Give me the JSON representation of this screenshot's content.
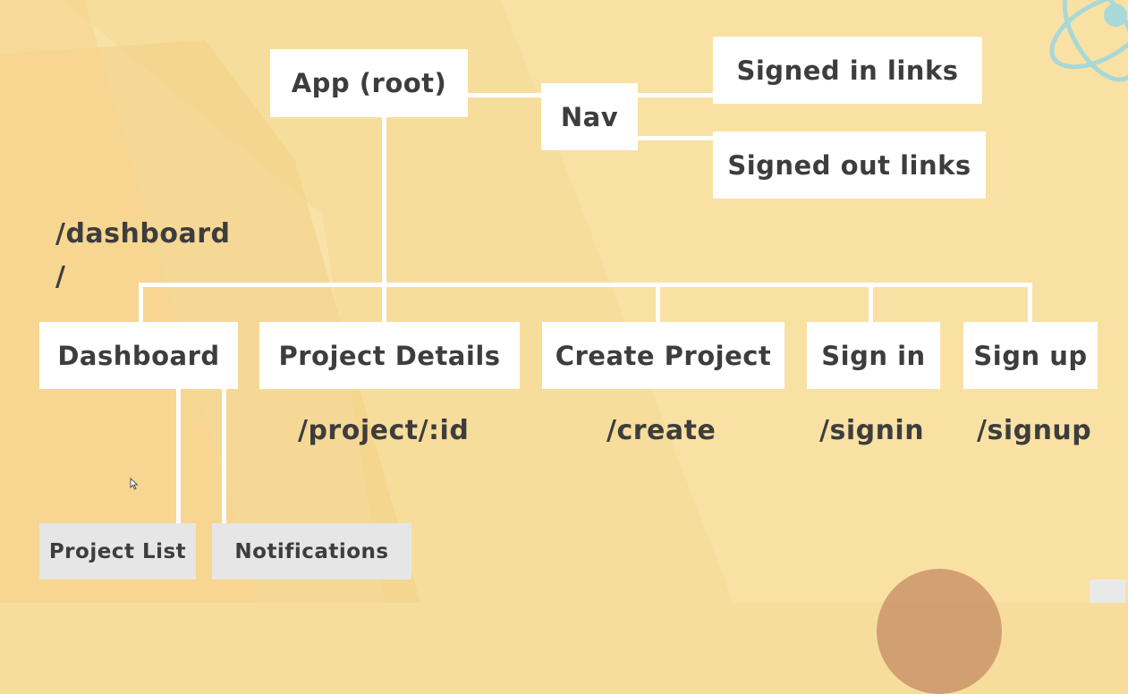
{
  "nodes": {
    "app": "App (root)",
    "nav": "Nav",
    "signed_in_links": "Signed in links",
    "signed_out_links": "Signed out links",
    "dashboard": "Dashboard",
    "project_details": "Project Details",
    "create_project": "Create Project",
    "sign_in": "Sign in",
    "sign_up": "Sign up",
    "project_list": "Project List",
    "notifications": "Notifications"
  },
  "routes": {
    "dashboard": "/dashboard",
    "root": "/",
    "project": "/project/:id",
    "create": "/create",
    "signin": "/signin",
    "signup": "/signup"
  },
  "colors": {
    "background": "#f7dd9c",
    "node_fill": "#ffffff",
    "subnode_fill": "#e6e6e6",
    "text": "#3d3d3d",
    "connector": "#ffffff"
  },
  "icons": [
    "react-logo-icon",
    "mouse-cursor-icon",
    "logo-icon"
  ]
}
